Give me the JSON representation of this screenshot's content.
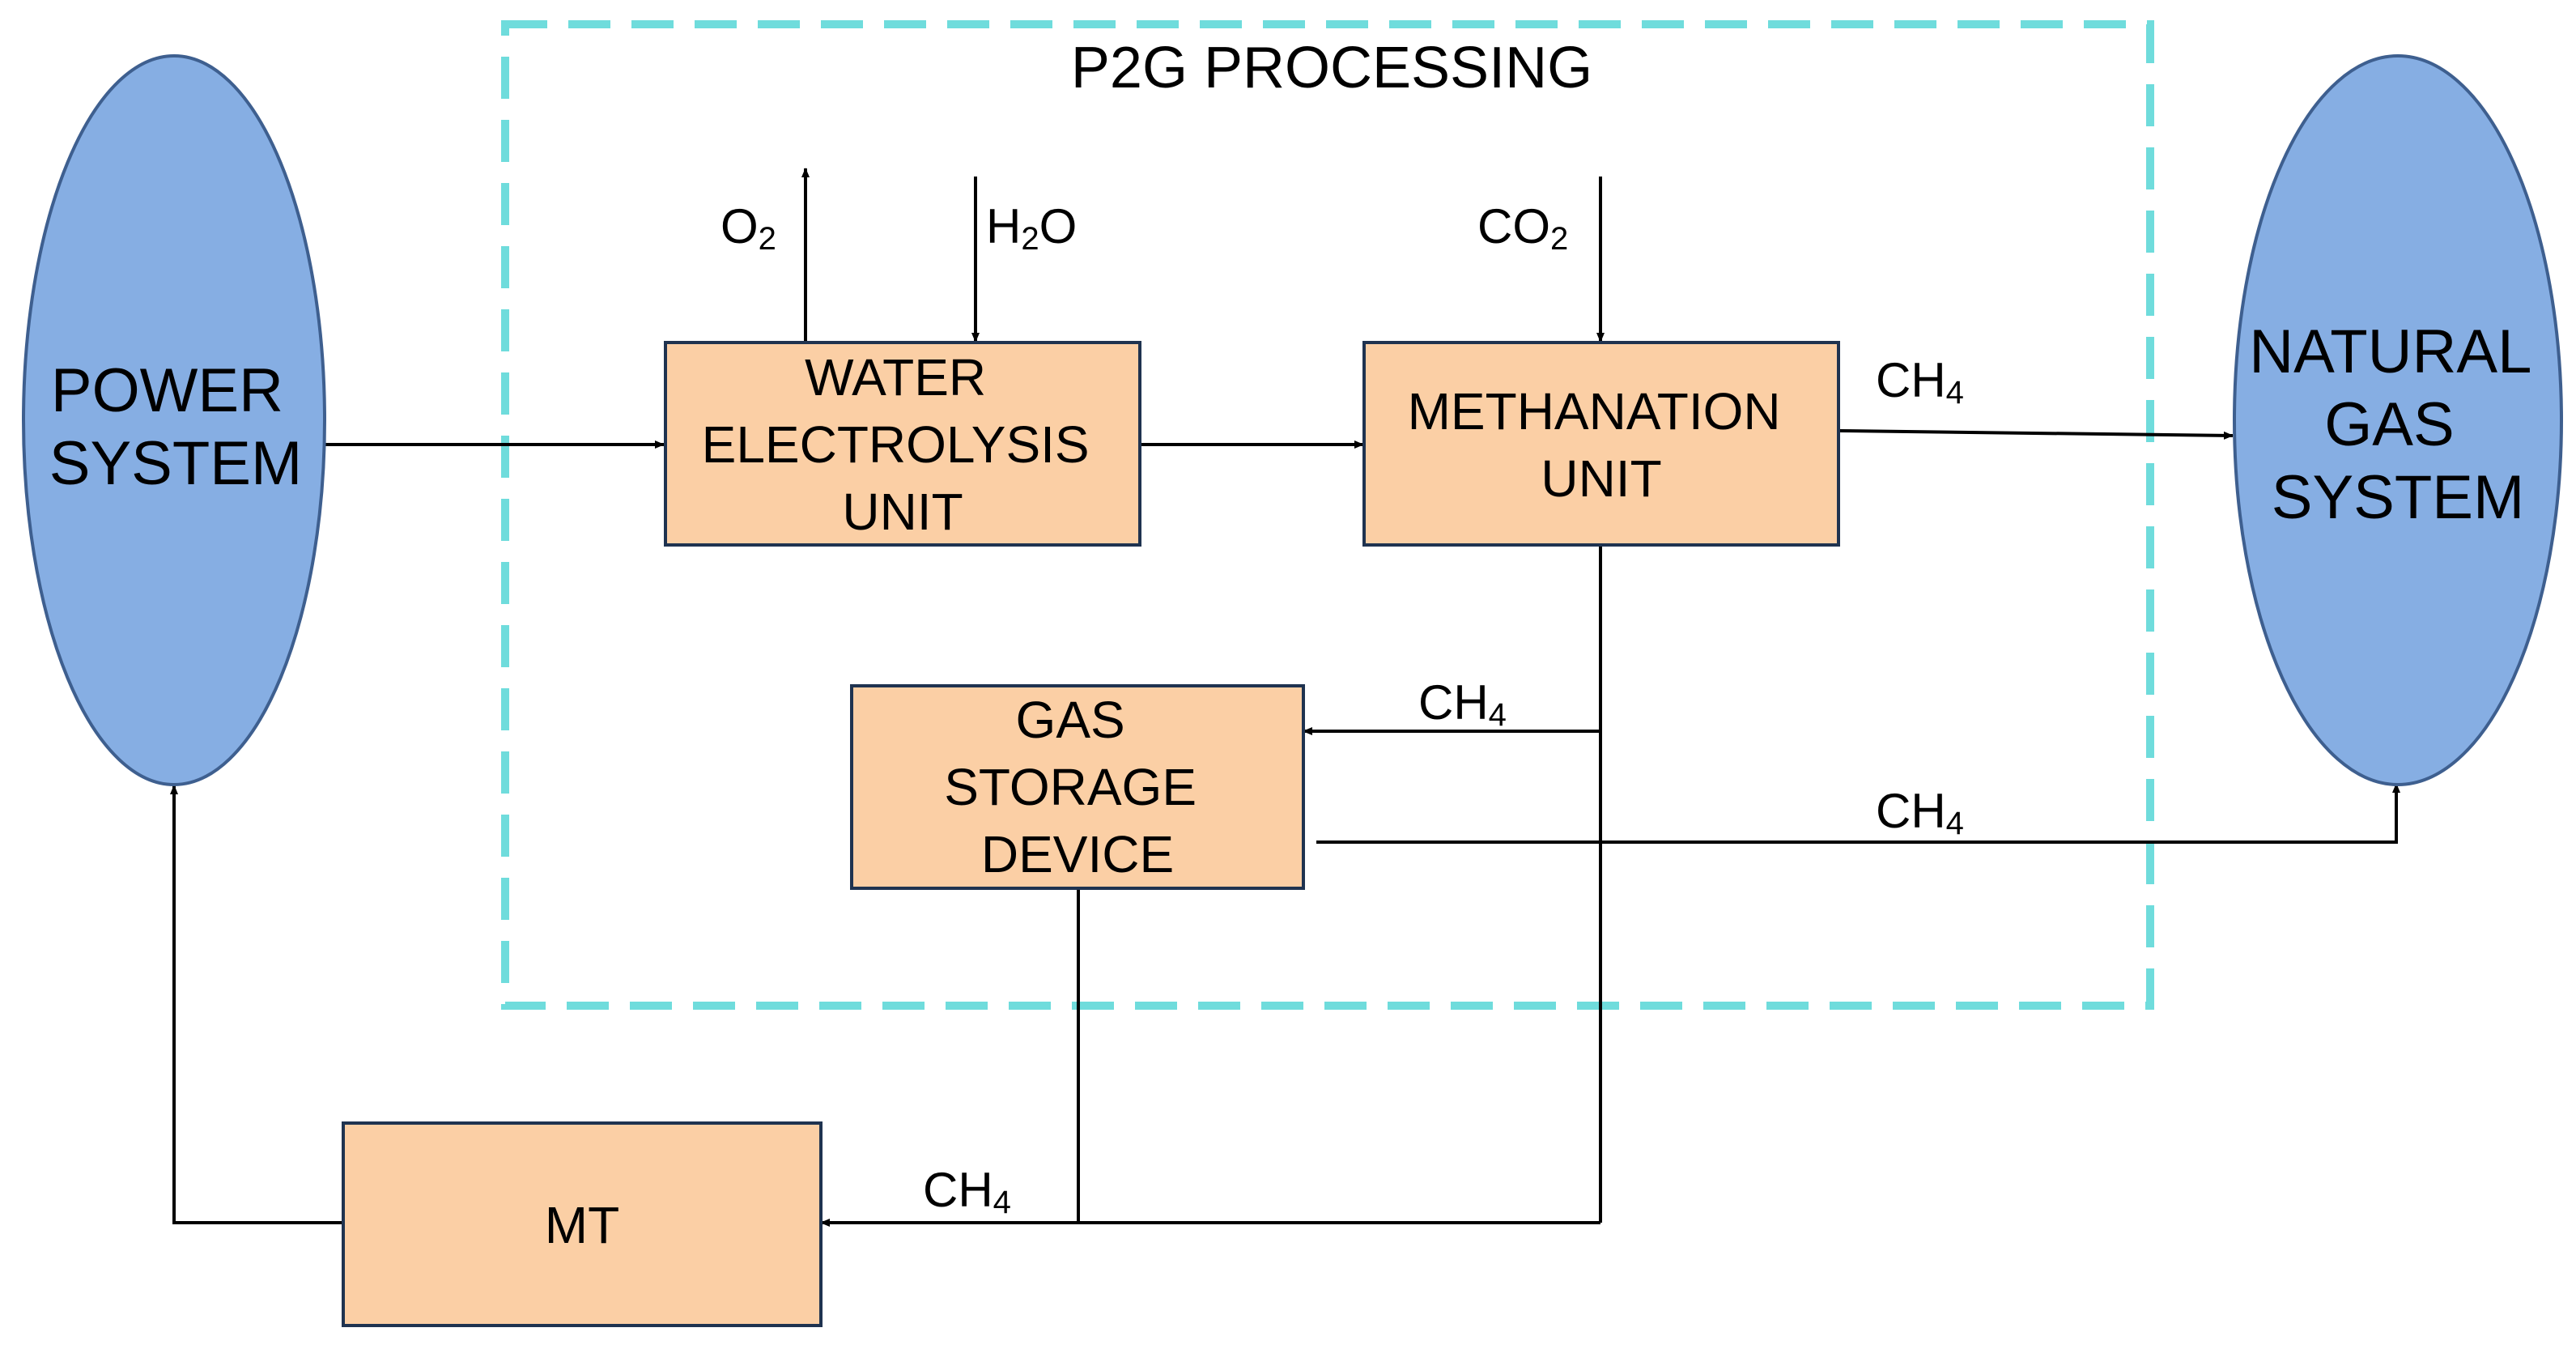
{
  "region": {
    "label": "P2G PROCESSING",
    "border_color": "#6fdcdc"
  },
  "colors": {
    "ellipse_fill": "#86aee3",
    "ellipse_stroke": "#3e5f8f",
    "box_fill": "#fbcfa5",
    "box_stroke": "#1f3350",
    "line": "#000000"
  },
  "nodes": {
    "power_system": {
      "lines": [
        "POWER",
        "SYSTEM"
      ]
    },
    "natural_gas_system": {
      "lines": [
        "NATURAL",
        "GAS",
        "SYSTEM"
      ]
    },
    "water_electrolysis": {
      "lines": [
        "WATER",
        "ELECTROLYSIS",
        "UNIT"
      ]
    },
    "methanation": {
      "lines": [
        "METHANATION",
        "UNIT"
      ]
    },
    "gas_storage": {
      "lines": [
        "GAS",
        "STORAGE",
        "DEVICE"
      ]
    },
    "mt": {
      "lines": [
        "MT"
      ]
    }
  },
  "flows": {
    "o2": {
      "base": "O",
      "sub": "2"
    },
    "h2o": {
      "base": "H",
      "sub": "2",
      "tail": "O"
    },
    "co2": {
      "base": "CO",
      "sub": "2"
    },
    "ch4_to_natural_gas": {
      "base": "CH",
      "sub": "4"
    },
    "ch4_to_storage": {
      "base": "CH",
      "sub": "4"
    },
    "ch4_storage_to_gas": {
      "base": "CH",
      "sub": "4"
    },
    "ch4_to_mt": {
      "base": "CH",
      "sub": "4"
    }
  }
}
